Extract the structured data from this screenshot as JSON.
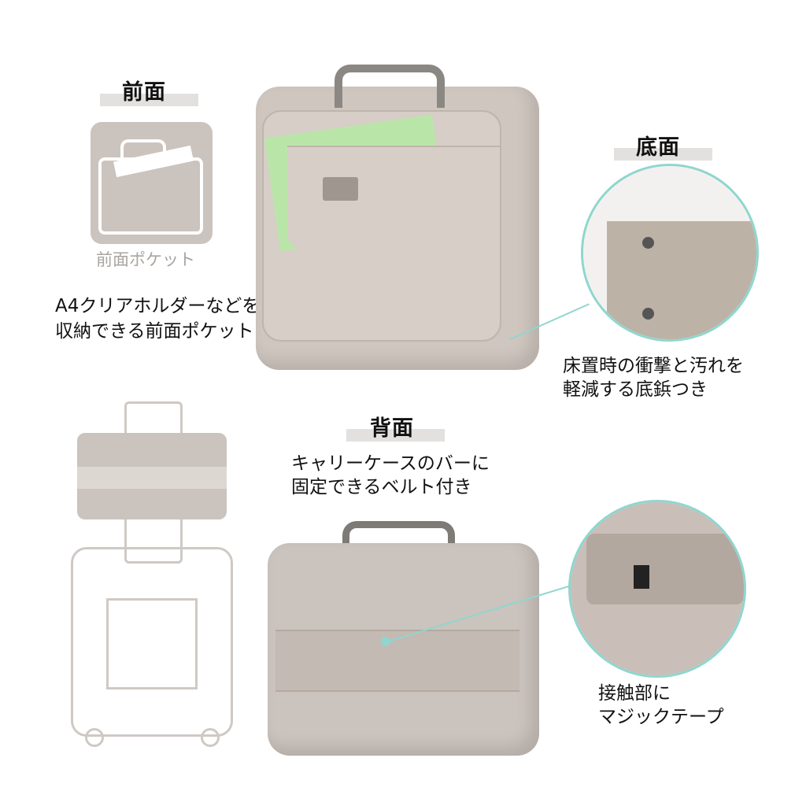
{
  "front": {
    "heading": "前面",
    "icon_label": "前面ポケット",
    "description": [
      "A4クリアホルダーなどを",
      "収納できる前面ポケット"
    ]
  },
  "bottom": {
    "heading": "底面",
    "description": [
      "床置時の衝撃と汚れを",
      "軽減する底鋲つき"
    ]
  },
  "back": {
    "heading": "背面",
    "description": [
      "キャリーケースのバーに",
      "固定できるベルト付き"
    ]
  },
  "velcro": {
    "description": [
      "接触部に",
      "マジックテープ"
    ]
  },
  "colors": {
    "accent_teal": "#8fd6cf",
    "bag_beige": "#cfc6bf",
    "folder_green": "#b9e6a8",
    "label_bar": "#e3e1df"
  }
}
